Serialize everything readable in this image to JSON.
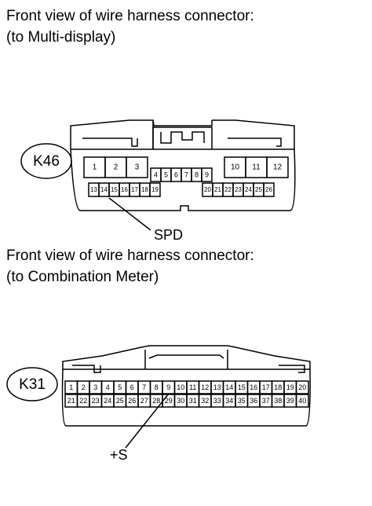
{
  "connector_1": {
    "caption_line1": "Front view of wire harness connector:",
    "caption_line2": "(to Multi-display)",
    "id_label": "K46",
    "top_pins": [
      "1",
      "2",
      "3",
      "10",
      "11",
      "12"
    ],
    "middle_pins": [
      "4",
      "5",
      "6",
      "7",
      "8",
      "9"
    ],
    "bottom_pins": [
      "13",
      "14",
      "15",
      "16",
      "17",
      "18",
      "19",
      "20",
      "21",
      "22",
      "23",
      "24",
      "25",
      "26"
    ],
    "callout_label": "SPD",
    "callout_pin": "14"
  },
  "connector_2": {
    "caption_line1": "Front view of wire harness connector:",
    "caption_line2": "(to Combination Meter)",
    "id_label": "K31",
    "top_pins": [
      "1",
      "2",
      "3",
      "4",
      "5",
      "6",
      "7",
      "8",
      "9",
      "10",
      "11",
      "12",
      "13",
      "14",
      "15",
      "16",
      "17",
      "18",
      "19",
      "20"
    ],
    "bottom_pins": [
      "21",
      "22",
      "23",
      "24",
      "25",
      "26",
      "27",
      "28",
      "29",
      "30",
      "31",
      "32",
      "33",
      "34",
      "35",
      "36",
      "37",
      "38",
      "39",
      "40"
    ],
    "callout_label": "+S",
    "callout_pin": "9"
  }
}
